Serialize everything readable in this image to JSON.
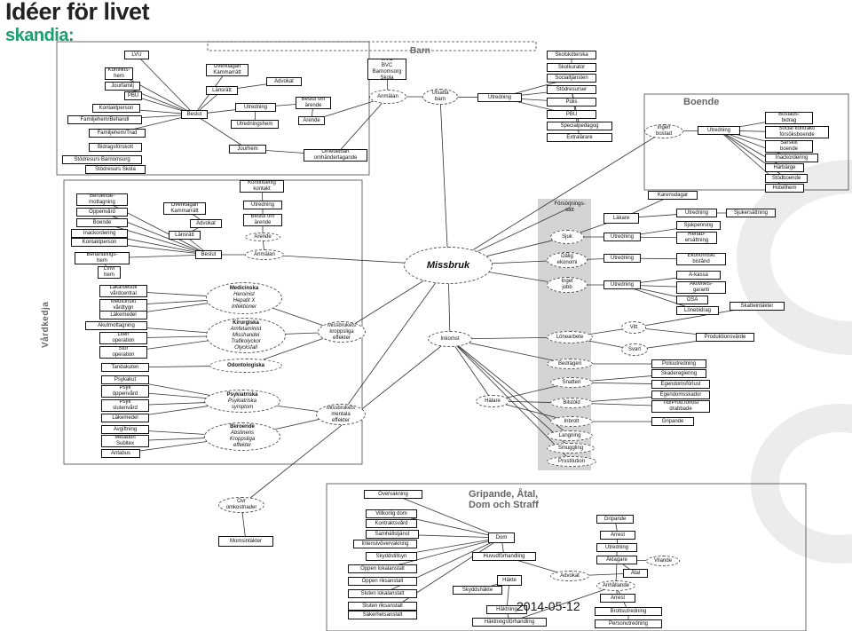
{
  "logo": {
    "line1": "Idéer för livet",
    "line2": "skandia",
    "mark": ":"
  },
  "date": "2014-05-12",
  "sections": {
    "barn": "Barn",
    "boende": "Boende",
    "gripande": "Gripande, Åtal,\nDom och Straff",
    "vardkedja": "Vårdkedja"
  },
  "center": "Missbruk",
  "nodes": {
    "lvu": "LVU",
    "konfliktshem": "Konflikts-\nhem",
    "jourfamilj": "Jourfamilj",
    "pbu1": "PBU",
    "kontaktperson1": "Kontaktperson",
    "familjehem_behandl": "Familjehem/Behandl",
    "familjehem_trad": "Familjehem/Trad",
    "bidragsforskott": "Bidragsförskott",
    "stodresurs_barnomsorg": "Stödresurs Barnomsorg",
    "stodresurs_skola": "Stödresurs Skola",
    "beslut1": "Beslut",
    "overklagan1": "Överklagan\nKammarrätt",
    "lansratt1": "Länsrätt",
    "advokat1": "Advokat",
    "utredning1": "Utredning",
    "utredningshem": "Utredningshem",
    "beslut_om_arende1": "Beslut om\närende",
    "arende1": "Ärende",
    "jourhem": "Jourhem",
    "omedelbart": "Omedelbart\nomhändertagande",
    "mvc": "MVC\nBVC\nBarnomsorg\nSkola",
    "anmalan1": "Anmälan",
    "utsatta_barn": "Utsatta\nbarn",
    "utredning2": "Utredning",
    "skolskoterska": "Skolsköterska",
    "skolkurator": "Skolkurator",
    "socialtjansten": "Socialtjänsten",
    "stodresurser": "Stödresurser",
    "polis": "Polis",
    "pbu2": "PBU",
    "specialpedagog": "Specialpedagog",
    "extralarare": "Extralärare",
    "ingen_bostad": "Ingen\nbostad",
    "utredning_boende": "Utredning",
    "bostadsbidrag": "Bostads-\nbidrag",
    "social_kontrakt": "Social kontrakt/\nförsöksboende",
    "sarskilt_boende": "Särskilt\nboende",
    "inackordering_b": "Inackordering",
    "harbarge": "Härbärge",
    "stodboende": "Stödboende",
    "hotellhem": "Hotellhem",
    "beroendemottagning": "Beroende-\nmottagning",
    "oppenvard": "Öppenvård",
    "boende_v": "Boende",
    "inackordering_v": "Inackordering",
    "kontaktperson_v": "Kontaktperson",
    "behandlingshem": "Behandlings-\nhem",
    "lvm_hem": "LVM\nhem",
    "overklagan2": "Överklagan\nKammarrätt",
    "advokat2": "Advokat",
    "lansratt2": "Länsrätt",
    "beslut2": "Beslut",
    "kontinuerlig": "Kontinuerlig\nkontakt",
    "utredning3": "Utredning",
    "beslut_om_arende2": "Beslut om\närende",
    "arende2": "Ärende",
    "anmalan2": "Anmälan",
    "lakarbesok": "Läkarbesök\nvårdcentral",
    "medicinskt_vardtygn": "Medicinskt\nvårdtygn",
    "lakemedel1": "Läkemedel",
    "akutmottagning": "Akutmottagning",
    "liten_operation": "Liten\noperation",
    "stor_operation": "Stor\noperation",
    "tandakuten": "Tandakuten",
    "psykakut": "Psykakut",
    "psyk_oppenvard": "Psyk\nöppenvård",
    "psyk_slutenvard": "Psyk\nslutenvård",
    "lakemedel2": "Läkemedel",
    "avgiftning": "Avgiftning",
    "metadon": "Metadon\nSubitex",
    "antabus": "Antabus",
    "medicinska_h": "Medicinska",
    "medicinska_b": "Heroinist\nHepatit X\nInfektioner",
    "kirurgiska_h": "Kirurgiska",
    "kirurgiska_b": "Amfetaminist\nMisshandel\nTrafikolyckor\nOlycksfall",
    "odontologiska": "Odontologiska",
    "psykiatriska_h": "Psykiatriska",
    "psykiatriska_b": "Psykiatriska\nsymptom",
    "beroende_h": "Beroende",
    "beroende_b": "Abstinens\nKroppsliga\neffekter",
    "missbrukets_kroppsliga": "Missbrukets\nkroppsliga\neffekter",
    "missbrukets_mentala": "Missbrukets\nmentala\neffekter",
    "forsorjningssatt": "Försörjnings-\nsätt",
    "karensdagar": "Karensdagar",
    "lakare": "Läkare",
    "utredning4": "Utredning",
    "sjukersattning": "Sjukersättning",
    "sjukpenning": "Sjukpenning",
    "sjuk": "Sjuk",
    "utredning5": "Utredning",
    "rehab": "Rehab-\nersättning",
    "dalig_ekonomi": "Dålig\nekonomi",
    "utredning6": "Utredning",
    "ekonomiskt_bistand": "Ekonomiskt\nbistånd",
    "akassa": "A-kassa",
    "inget_jobb": "Inget\njobb",
    "utredning7": "Utredning",
    "aktivitetsgaranti": "Aktivitets-\ngaranti",
    "osa": "OSA",
    "lonebidrag": "Lönebidrag",
    "skatteintakter": "Skatteintäkter",
    "inkomst": "Inkomst",
    "lonearbete": "Lönearbete",
    "vitt": "Vitt",
    "svart": "Svart",
    "produktionsvarde": "Produktionsvärde",
    "bedrageri": "Bedrägeri",
    "polisutredning": "Polisutredning",
    "skadereglering": "Skadereglering",
    "snatteri": "Snatteri",
    "egendomsforlust1": "Egendomsförlust",
    "egendomsskador": "Egendomsskador",
    "halare": "Hälare",
    "bilstold": "Bilstöld",
    "tid_prod": "Tid/Prod.förlust\ndrabbade",
    "inbrott": "Inbrott",
    "gripande_box": "Gripande",
    "langning": "Langning",
    "smuggling": "Smuggling",
    "prostitution": "Prostitution",
    "ovr_omkostnader": "Övr\nomkostnader",
    "momsintakter": "Momsintäkter",
    "overvakning": "Övervakning",
    "villkorlig_dom": "Villkorlig dom",
    "kontraktsvard": "Kontraktsvård",
    "samhallstjanst": "Samhällstjänst",
    "intensivovervakning": "Intensivövervakning",
    "skyddstillsyn": "Skyddstillsyn",
    "oppen_lokal": "Öppen lokalanstalt",
    "oppen_riks": "Öppen riksanstalt",
    "sluten_lokal": "Sluten lokalanstalt",
    "sluten_riks": "Sluten riksanstalt",
    "sakerhetsanstalt": "Säkerhetsanstalt",
    "dom": "Dom",
    "huvudforhandling": "Huvudförhandling",
    "skyddshakte": "Skyddshäkte",
    "hakte": "Häkte",
    "haktning": "Häktning",
    "haktningsforhandling": "Häktningsförhandling",
    "advokat3": "Advokat",
    "atal": "Åtal",
    "anhallande": "Anhållande",
    "arrest1": "Arrest",
    "arrest2": "Arrest",
    "utredning8": "Utredning",
    "aklagare": "Åklagare",
    "vilande": "Vilande",
    "gripande2": "Gripande",
    "brottsutredning": "Brottsutredning",
    "personutredning": "Personutredning"
  }
}
